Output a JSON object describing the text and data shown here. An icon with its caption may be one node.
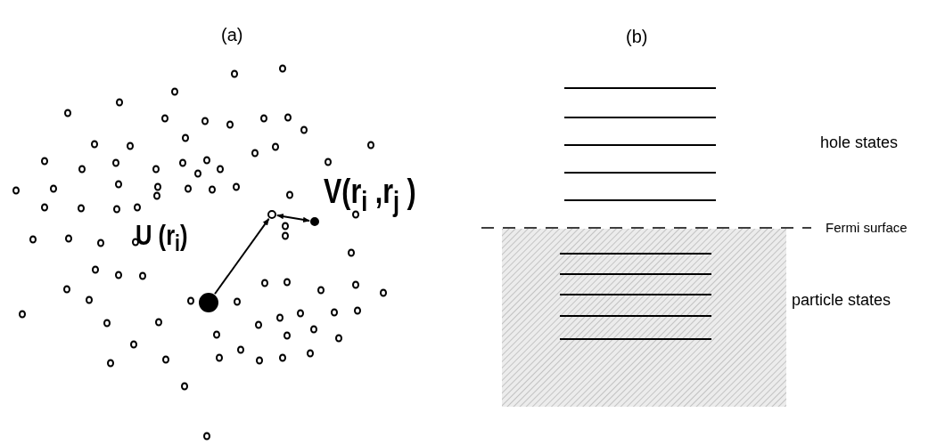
{
  "diagram": {
    "nodes": [
      {
        "text": [],
        "shape": "circle"
      },
      {
        "text": [],
        "shape": "circle"
      },
      {
        "text": [],
        "shape": "circle"
      }
    ],
    "edges": [
      {
        "from": 0,
        "to": 1,
        "arrow": "to"
      },
      {
        "from": 1,
        "to": 2,
        "arrow": "both"
      }
    ],
    "labels": [
      "(a)",
      "(b)",
      "U (r$_{i}$)",
      "V(r$_{i}$ ,r$_{j}$ )",
      "hole states",
      "Fermi surface",
      "particle states"
    ]
  }
}
